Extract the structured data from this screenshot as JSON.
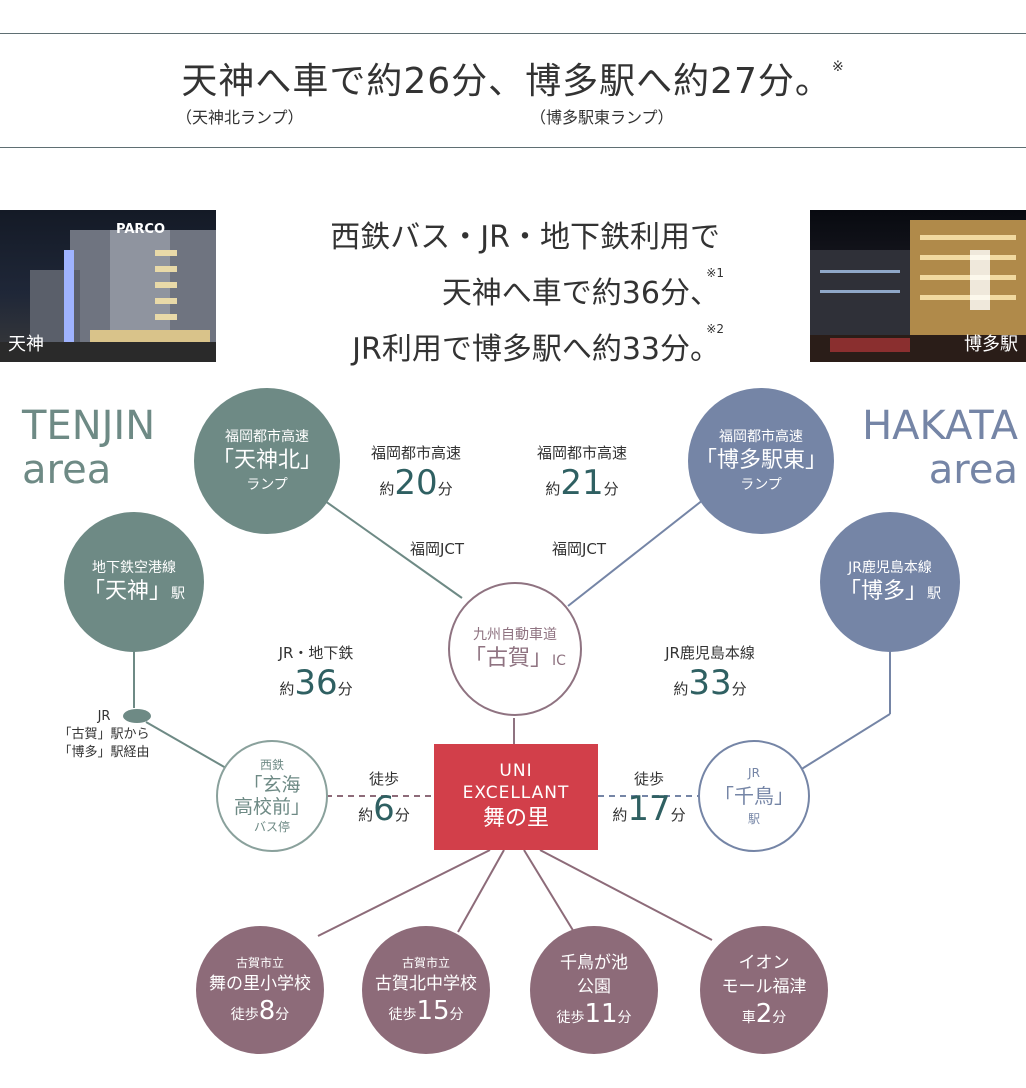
{
  "header": {
    "headline_main": "天神へ車で約26分、博多駅へ約27分。",
    "headline_mark": "※",
    "note_tenjin": "（天神北ランプ）",
    "note_hakata": "（博多駅東ランプ）"
  },
  "photos": {
    "tenjin_label": "天神",
    "tenjin_sign": "PARCO",
    "hakata_label": "博多駅"
  },
  "subheading": {
    "line1": "西鉄バス・JR・地下鉄利用で",
    "line2": "天神へ車で約36分、",
    "line2_mark": "※1",
    "line3": "JR利用で博多駅へ約33分。",
    "line3_mark": "※2"
  },
  "areas": {
    "tenjin_1": "TENJIN",
    "tenjin_2": "area",
    "hakata_1": "HAKATA",
    "hakata_2": "area"
  },
  "nodes": {
    "tenjin_ramp": {
      "l1": "福岡都市高速",
      "l2": "「天神北」",
      "l3": "ランプ"
    },
    "hakata_ramp": {
      "l1": "福岡都市高速",
      "l2": "「博多駅東」",
      "l3": "ランプ"
    },
    "tenjin_sub": {
      "l1": "地下鉄空港線",
      "l2": "「天神」",
      "l3": "駅"
    },
    "hakata_jr": {
      "l1": "JR鹿児島本線",
      "l2": "「博多」",
      "l3": "駅"
    },
    "koga_ic": {
      "l1": "九州自動車道",
      "l2": "「古賀」",
      "l3": "IC"
    },
    "genkai": {
      "l1": "西鉄",
      "l2": "「玄海",
      "l3": "高校前」",
      "l4": "バス停"
    },
    "chidori": {
      "l1": "JR",
      "l2": "「千鳥」",
      "l3": "駅"
    },
    "center": {
      "l1": "UNI",
      "l2": "EXCELLANT",
      "l3": "舞の里"
    }
  },
  "routes": {
    "expressway_left": {
      "label": "福岡都市高速",
      "prefix": "約",
      "value": "20",
      "unit": "分"
    },
    "expressway_right": {
      "label": "福岡都市高速",
      "prefix": "約",
      "value": "21",
      "unit": "分"
    },
    "jct_left": "福岡JCT",
    "jct_right": "福岡JCT",
    "jr_subway": {
      "label": "JR・地下鉄",
      "prefix": "約",
      "value": "36",
      "unit": "分"
    },
    "jr_kagoshima": {
      "label": "JR鹿児島本線",
      "prefix": "約",
      "value": "33",
      "unit": "分"
    },
    "walk_left": {
      "label": "徒歩",
      "prefix": "約",
      "value": "6",
      "unit": "分"
    },
    "walk_right": {
      "label": "徒歩",
      "prefix": "約",
      "value": "17",
      "unit": "分"
    },
    "via": {
      "l1": "JR",
      "l2": "「古賀」駅から",
      "l3": "「博多」駅経由"
    }
  },
  "facilities": [
    {
      "l1": "古賀市立",
      "l2": "舞の里小学校",
      "prefix": "徒歩",
      "value": "8",
      "unit": "分"
    },
    {
      "l1": "古賀市立",
      "l2": "古賀北中学校",
      "prefix": "徒歩",
      "value": "15",
      "unit": "分"
    },
    {
      "l1": "千鳥が池",
      "l2": "公園",
      "prefix": "徒歩",
      "value": "11",
      "unit": "分"
    },
    {
      "l1": "イオン",
      "l2": "モール福津",
      "prefix": "車",
      "value": "2",
      "unit": "分"
    }
  ],
  "colors": {
    "tenjin": "#6e8a85",
    "hakata": "#7585a6",
    "center": "#d23f4a",
    "facility": "#8d6b79",
    "koga_border": "#8f7381",
    "number": "#2f6062"
  }
}
